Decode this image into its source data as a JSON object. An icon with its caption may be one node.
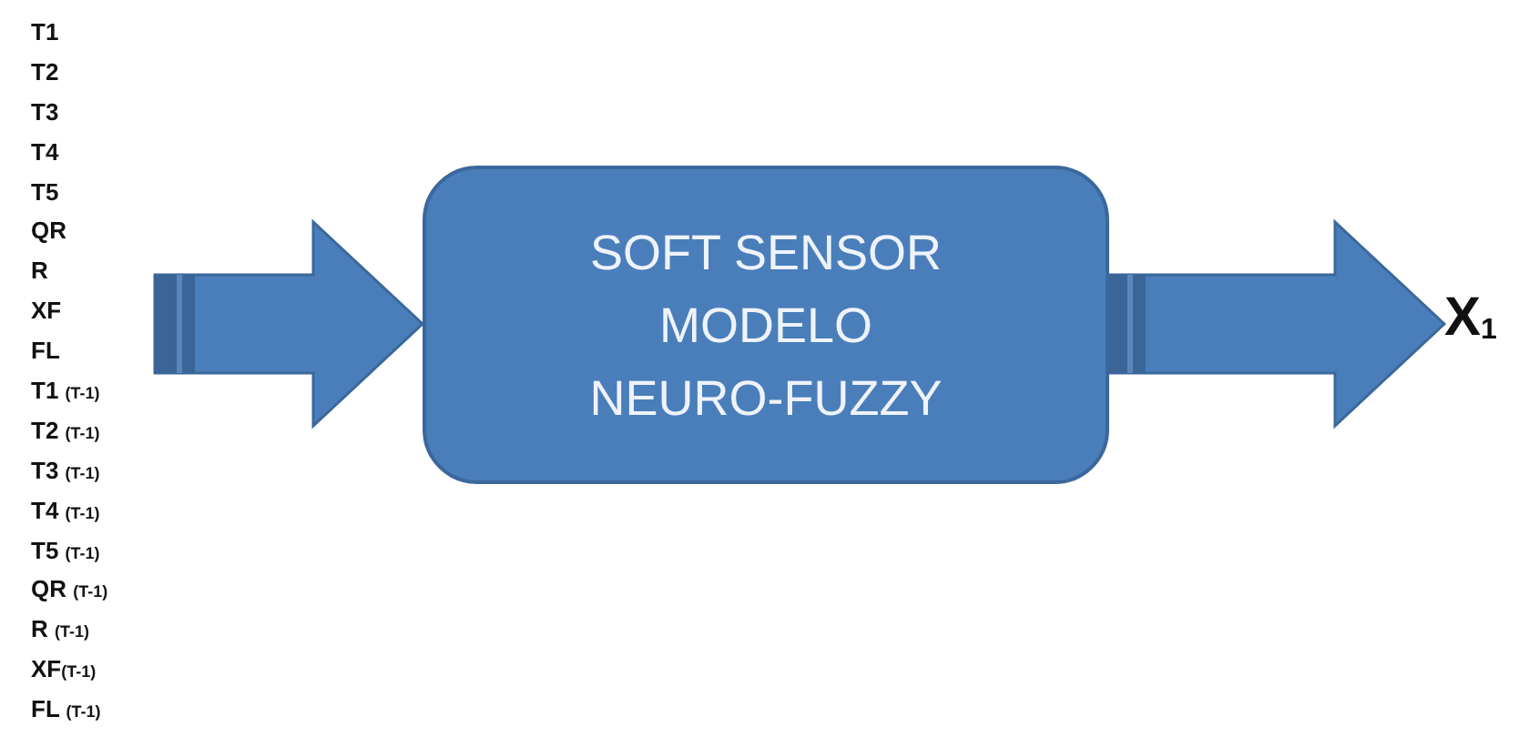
{
  "diagram": {
    "nodes": [
      {
        "text": [
          "T1",
          "T2",
          "T3",
          "T4",
          "T5",
          "QR",
          "R",
          "XF",
          "FL",
          "T1 $_{(T-1)}$",
          "T2 $_{(T-1)}$",
          "T3 $_{(T-1)}$",
          "T4 $_{(T-1)}$",
          "T5 $_{(T-1)}$",
          "QR $_{(T-1)}$",
          "R $_{(T-1)}$",
          "XF$_{(T-1)}$",
          "FL $_{(T-1)}$"
        ]
      },
      {
        "text": [
          "SOFT SENSOR MODELO NEURO-FUZZY"
        ]
      },
      {
        "text": [
          "X$_{1}$"
        ]
      }
    ],
    "edges": [
      {
        "from": 0,
        "to": 1,
        "arrow": "to",
        "style": "thick"
      },
      {
        "from": 1,
        "to": 2,
        "arrow": "to",
        "style": "thick"
      }
    ]
  }
}
